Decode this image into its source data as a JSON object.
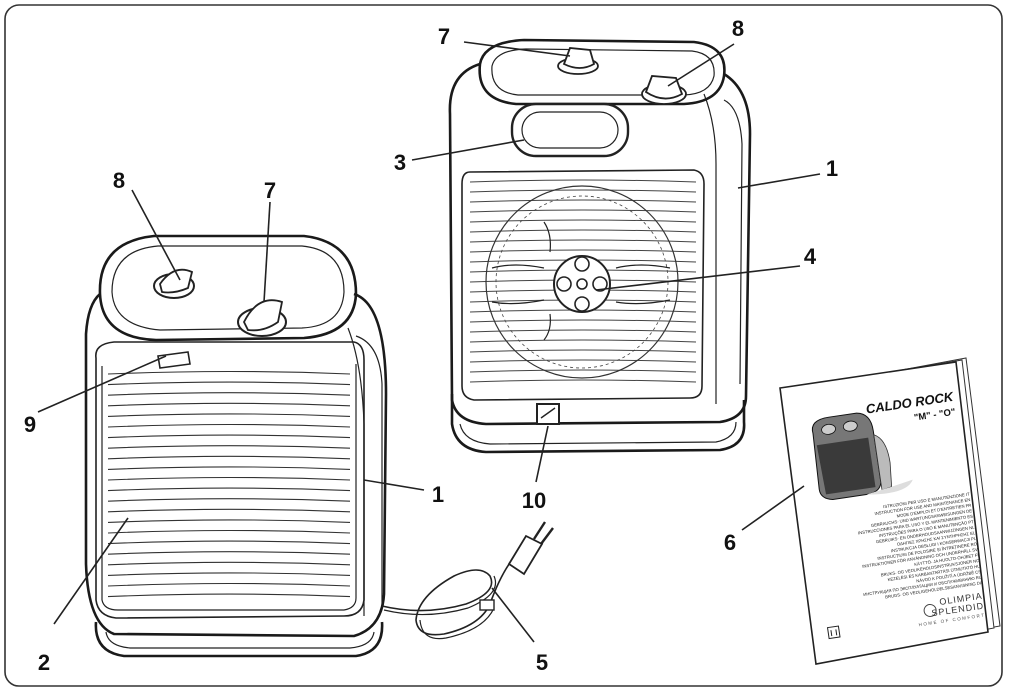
{
  "callouts": [
    {
      "id": "l1a",
      "label": "1"
    },
    {
      "id": "l1b",
      "label": "1"
    },
    {
      "id": "l2",
      "label": "2"
    },
    {
      "id": "l3",
      "label": "3"
    },
    {
      "id": "l4",
      "label": "4"
    },
    {
      "id": "l5",
      "label": "5"
    },
    {
      "id": "l6",
      "label": "6"
    },
    {
      "id": "l7a",
      "label": "7"
    },
    {
      "id": "l7b",
      "label": "7"
    },
    {
      "id": "l8a",
      "label": "8"
    },
    {
      "id": "l8b",
      "label": "8"
    },
    {
      "id": "l9",
      "label": "9"
    },
    {
      "id": "l10",
      "label": "10"
    }
  ],
  "manual": {
    "title": "CALDO ROCK",
    "subtitle": "\"M\" - \"O\"",
    "languages": [
      "ISTRUZIONI PER USO E MANUTENZIONE  IT",
      "INSTRUCTION FOR USE AND MAINTENANCE  EN",
      "MODE D'EMPLOI ET D'ENTRETIEN  FR",
      "GEBRAUCHS- UND WARTUNGSANWEISUNGEN  DE",
      "INSTRUCCIONES PARA EL USO Y EL MANTENIMIENTO  ES",
      "INSTRUÇÕES PARA O USO E MANUTENÇÃO  PT",
      "GEBRUIKS- EN ONDERHOUDSAANWIJZINGEN  NL",
      "ΟΔΗΓΙΕΣ ΧΡΗΣΗΣ ΚΑΙ ΣΥΝΤΗΡΗΣΗΣ  EL",
      "INSTRUKCJA OBSŁUGI I KONSERWACJI  PL",
      "INSTRUCȚIUNI DE FOLOSIRE ȘI ÎNTREȚINERE  RO",
      "INSTRUKTIONER FÖR ANVÄNDNING OCH UNDERHÅLL  SV",
      "KÄYTTÖ- JA HUOLTO-OHJEET  FI",
      "BRUKS- OG VEDLIKEHOLDSINSTRUKSJONER  NO",
      "KEZELÉSI ÉS KARBANTARTÁSI ÚTMUTATÓ  HU",
      "NÁVOD K POUŽITÍ A ÚDRŽBĚ  CS",
      "ИНСТРУКЦИЯ ПО ЭКСПЛУАТАЦИИ И ОБСЛУЖИВАНИЮ  RU",
      "BRUGS- OG VEDLIGEHOLDELSESANVISNING  DA"
    ],
    "brand_line1": "OLIMPIA",
    "brand_line2": "SPLENDID",
    "brand_tagline": "HOME OF COMFORT"
  }
}
